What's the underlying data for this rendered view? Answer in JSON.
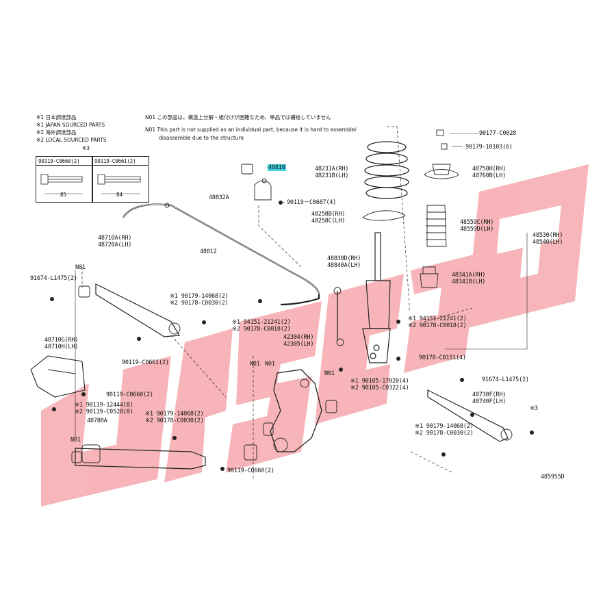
{
  "legend": {
    "line1": "※1 日本調達部品",
    "line2": "※1 JAPAN SOURCED PARTS",
    "line3": "※2 海外調達部品",
    "line4": "※2 LOCAL SOURCED PARTS",
    "box_header": "※3",
    "bolt1_part": "90119-C0660(2)",
    "bolt1_len": "85",
    "bolt2_part": "90119-C0661(2)",
    "bolt2_len": "84"
  },
  "note": {
    "jp": "N01 この部品は，構造上分解・組付けが困難なため，単品では補給していません",
    "en1": "N01 This part is not supplied as an individual part, because it is hard to assemble/",
    "en2": "disassemble due to the structure"
  },
  "labels": {
    "p48818": "48818",
    "p48832A": "48832A",
    "p90119_C0687": "90119－C0687(4)",
    "p48812": "48812",
    "p48710A": "48710A(RH)",
    "p48720A": "48720A(LH)",
    "n01_a": "N01",
    "p91674_a": "91674-L1475(2)",
    "p190179_14068_a": "※1 90179-14068(2)",
    "p290178_C0030_a": "※2 90178-C0030(2)",
    "p194151_a": "※1 94151-21241(2)",
    "p290178_C0018_a": "※2 90178-C0018(2)",
    "p48710G": "48710G(RH)",
    "p48710H": "48710H(LH)",
    "p90119_C0661": "90119-C0661(2)",
    "p90119_C0660_a": "90119-C0660(2)",
    "p190119_12444": "※1 90119-12444(8)",
    "p290119_C0528": "※2 90119-C0528(8)",
    "p48780A": "48780A",
    "n01_b": "N01",
    "p190179_14068_b": "※1 90179-14068(2)",
    "p290178_C0030_b": "※2 90178-C0030(2)",
    "p90119_C0660_b": "90119-C0660(2)",
    "p42304": "42304(RH)",
    "p42305": "42305(LH)",
    "n01_c": "N01",
    "n01_d": "N01",
    "n01_e": "N01",
    "p48231A": "48231A(RH)",
    "p48231B": "48231B(LH)",
    "p48258B": "48258B(RH)",
    "p48258C": "48258C(LH)",
    "p48830D": "48830D(RH)",
    "p48840A": "48840A(LH)",
    "p90177_C0028": "90177-C0028",
    "p90179_10103": "90179-10103(6)",
    "p48750H": "48750H(RH)",
    "p48760B": "48760B(LH)",
    "p48559C": "48559C(RH)",
    "p48559D": "48559D(LH)",
    "p48530": "48530(RH)",
    "p48540": "48540(LH)",
    "p48341A": "48341A(RH)",
    "p48341B": "48341B(LH)",
    "p194151_b": "※1 94151-21241(2)",
    "p290178_C0018_b": "※2 90178-C0018(2)",
    "p90178_C0151": "90178-C0151(4)",
    "p190105_17020": "※1 90105-17020(4)",
    "p290105_C0322": "※2 90105-C0322(4)",
    "p91674_b": "91674-L1475(2)",
    "p48730F": "48730F(RH)",
    "p48740F": "48740F(LH)",
    "p190179_14068_c": "※1 90179-14068(2)",
    "p290178_C0030_c": "※2 90178-C0030(2)",
    "star3": "※3",
    "diagram_no": "485955D"
  },
  "colors": {
    "watermark": "#f6a9ae",
    "highlight": "#3fd4e0",
    "line": "#222222"
  }
}
